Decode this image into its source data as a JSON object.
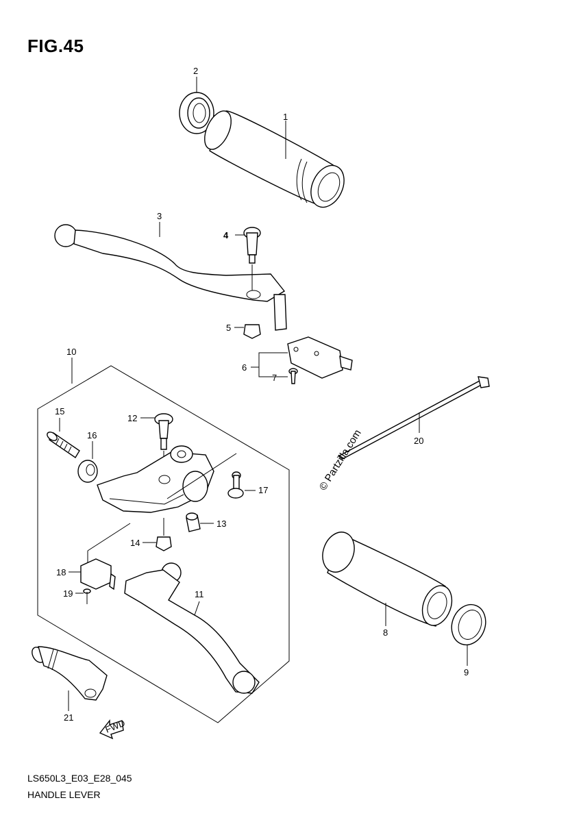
{
  "figure": {
    "title": "FIG.45",
    "code": "LS650L3_E03_E28_045",
    "name": "HANDLE LEVER",
    "watermark": "© Partzilla.com",
    "fwd_label": "FWD"
  },
  "callouts": {
    "p1": "1",
    "p2": "2",
    "p3": "3",
    "p4": "4",
    "p5": "5",
    "p6": "6",
    "p7": "7",
    "p8": "8",
    "p9": "9",
    "p10": "10",
    "p11": "11",
    "p12": "12",
    "p13": "13",
    "p14": "14",
    "p15": "15",
    "p16": "16",
    "p17": "17",
    "p18": "18",
    "p19": "19",
    "p20": "20",
    "p21": "21"
  }
}
